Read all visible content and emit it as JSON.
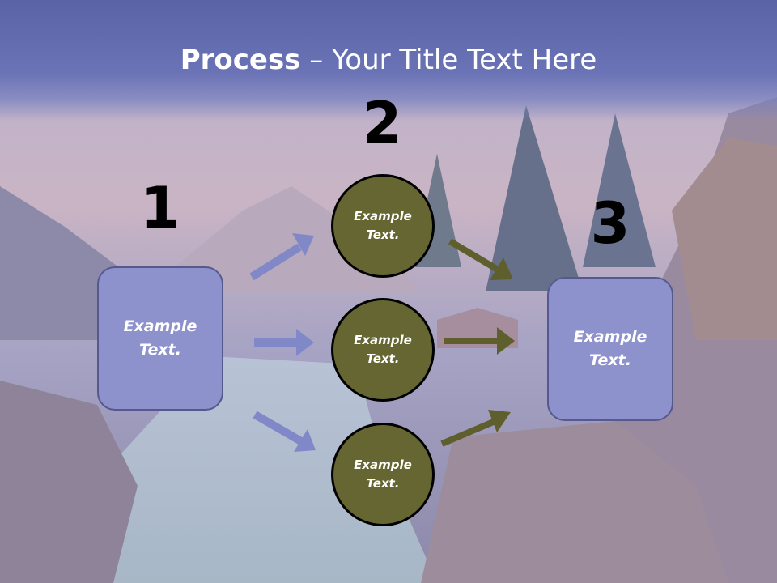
{
  "title": {
    "bold": "Process",
    "rest": " – Your Title Text Here"
  },
  "steps": {
    "one": "1",
    "two": "2",
    "three": "3"
  },
  "left_box": {
    "text": "Example Text."
  },
  "circles": [
    {
      "text": "Example Text."
    },
    {
      "text": "Example Text."
    },
    {
      "text": "Example Text."
    }
  ],
  "right_box": {
    "text": "Example Text."
  },
  "colors": {
    "box_fill": "#8d91cc",
    "circle_fill": "#666633",
    "arrow_in": "#8088c8",
    "arrow_out": "#5f5f2e",
    "title_band": "#6a73b6"
  }
}
